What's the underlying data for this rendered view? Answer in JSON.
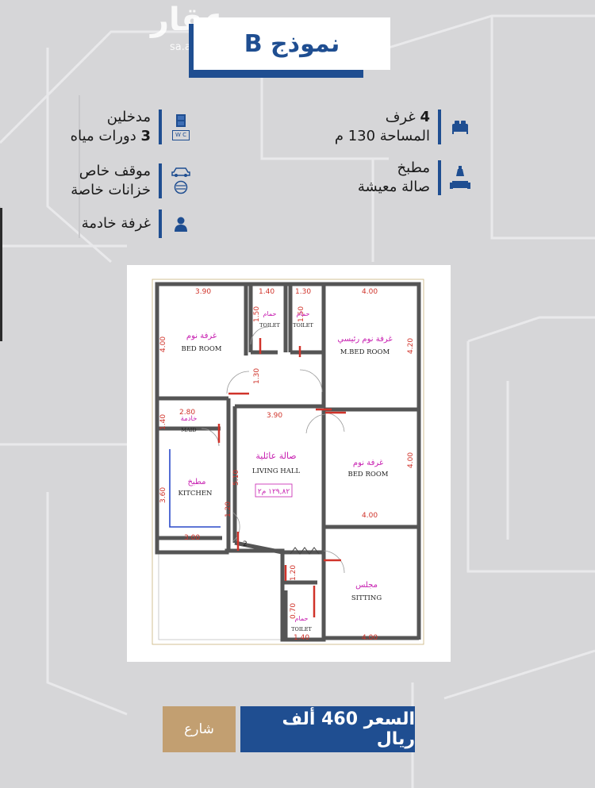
{
  "watermark": {
    "brand": "عقار",
    "domain": "sa.aq"
  },
  "title": "نموذج B",
  "features_right": [
    {
      "icon": "bed-icon",
      "label": "غرف",
      "count": "4",
      "line2": "المساحة 130 م"
    },
    {
      "icon": "kitchen-living-icon",
      "line1": "مطبخ",
      "line2": "صالة معيشة"
    }
  ],
  "features_left": [
    {
      "icon": "door-wc-icon",
      "line1": "مدخلين",
      "count": "3",
      "label2": "دورات مياه"
    },
    {
      "icon": "car-tank-icon",
      "line1": "موقف خاص",
      "line2": "خزانات خاصة"
    },
    {
      "icon": "person-icon",
      "line1": "غرفة خادمة"
    }
  ],
  "icons": {
    "wc_text": "W C"
  },
  "floor_plan": {
    "dimensions": {
      "bed1_top": "3.90",
      "bed1_side": "4.00",
      "toilet1_top": "1.40",
      "toilet1_side": "1.50",
      "toilet2_top": "1.30",
      "toilet2_side": "1.50",
      "mbed_top": "4.00",
      "mbed_side": "4.20",
      "corridor": "1.30",
      "maid_top": "2.80",
      "maid_side": "1.40",
      "living_top": "3.90",
      "living_side": "5.10",
      "bed2_top": "4.00",
      "bed2_side": "4.00",
      "kitchen_side": "3.60",
      "kitchen_bottom": "3.00",
      "stair": "1.20",
      "stair_num": "2",
      "bed2_bottom": "4.00",
      "entry": "1.20",
      "toilet3_side": "0.70",
      "toilet3_bottom": "1.40",
      "sitting_bottom": "4.00"
    },
    "rooms": {
      "bed1_ar": "غرفة نوم",
      "bed1_en": "BED ROOM",
      "toilet1_ar": "حمام",
      "toilet1_en": "TOILET",
      "toilet2_ar": "حمام",
      "toilet2_en": "TOILET",
      "mbed_ar": "غرفة نوم رئيسي",
      "mbed_en": "M.BED ROOM",
      "maid_ar": "خادمة",
      "maid_en": "MAID",
      "living_ar": "صالة عائلية",
      "living_en": "LIVING HALL",
      "living_area": "١٢٩,٨٢ م٢",
      "bed2_ar": "غرفة نوم",
      "bed2_en": "BED ROOM",
      "kitchen_ar": "مطبخ",
      "kitchen_en": "KITCHEN",
      "sitting_ar": "مجلس",
      "sitting_en": "SITTING",
      "toilet3_ar": "حمام",
      "toilet3_en": "TOILET"
    }
  },
  "street_button": "شارع",
  "price": "السعر 460 ألف ريال",
  "colors": {
    "brand_blue": "#1f4e91",
    "gold": "#c29f71",
    "background": "#d6d6d8",
    "dimension_red": "#d0332a",
    "label_magenta": "#c71fb0"
  }
}
